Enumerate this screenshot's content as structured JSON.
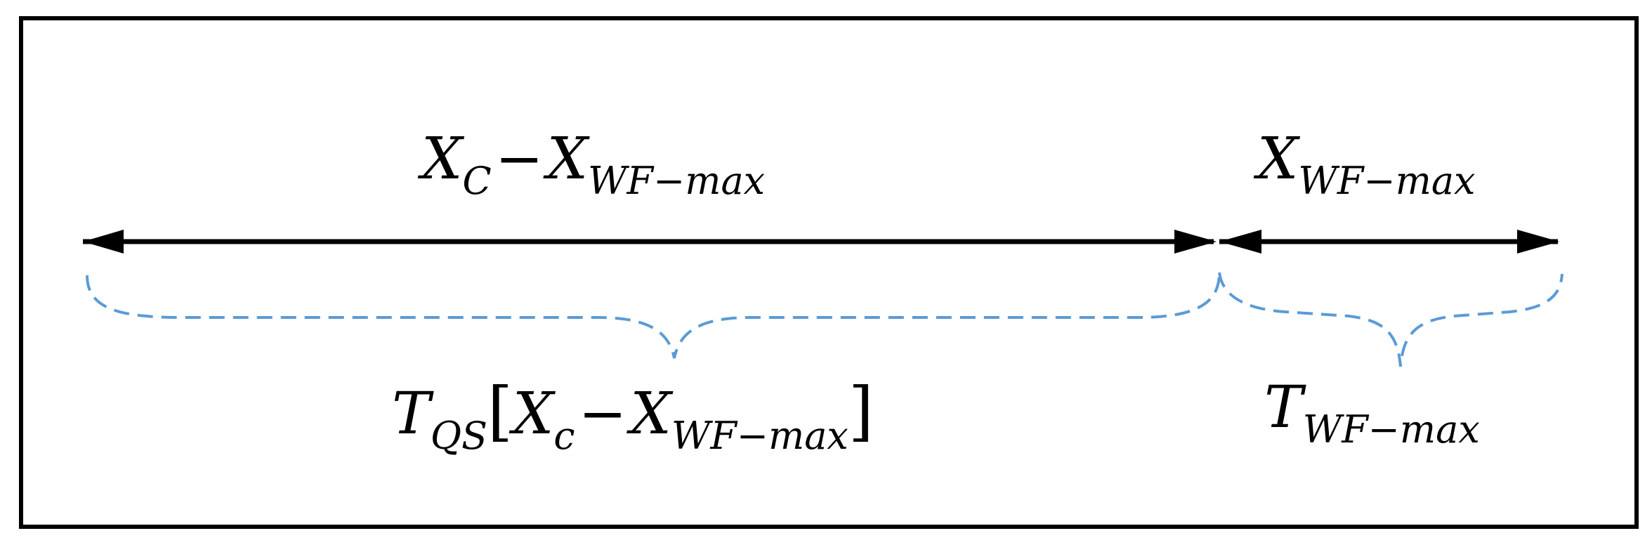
{
  "diagram": {
    "top_left_label": {
      "x": "X",
      "x_sub": "C",
      "minus": "−",
      "x2": "X",
      "x2_sub": "WF−max"
    },
    "top_right_label": {
      "x": "X",
      "x_sub": "WF−max"
    },
    "bottom_left_label": {
      "t": "T",
      "t_sub": "QS",
      "open": "[",
      "x": "X",
      "x_sub": "c",
      "minus": "−",
      "x2": "X",
      "x2_sub": "WF−max",
      "close": "]"
    },
    "bottom_right_label": {
      "t": "T",
      "t_sub": "WF−max"
    },
    "colors": {
      "frame": "#000000",
      "arrow": "#000000",
      "brace": "#5b9bd5"
    }
  }
}
